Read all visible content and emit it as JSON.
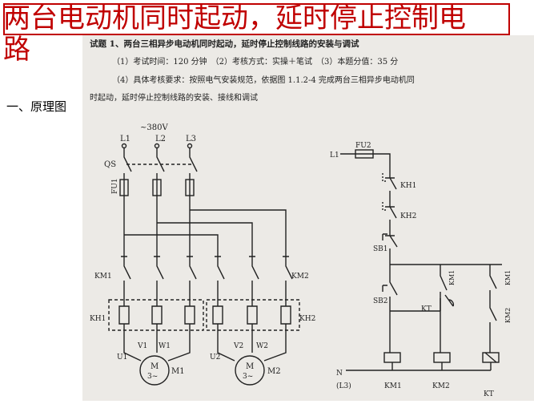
{
  "slide": {
    "title_line1": "两台电动机同时起动，延时停止控制电",
    "title_line2": "路",
    "section_heading": "一、原理图"
  },
  "task": {
    "heading": "试题 1、两台三相异步电动机同时起动，延时停止控制线路的安装与调试",
    "line1": "（1）考试时间：120 分钟　（2）考核方式：实操＋笔试　（3）本题分值：35 分",
    "line2": "（4）具体考核要求：按照电气安装规范，依据图 1.1.2-4 完成两台三相异步电动机同",
    "line3": "时起动，延时停止控制线路的安装、接线和调试"
  },
  "diagram": {
    "supply": "~380V",
    "phases": [
      "L1",
      "L2",
      "L3"
    ],
    "qs": "QS",
    "fu1": "FU1",
    "km1": "KM1",
    "km2": "KM2",
    "kh1": "KH1",
    "kh2": "KH2",
    "motor1": {
      "terminals": [
        "U1",
        "V1",
        "W1"
      ],
      "symbol": "M",
      "phase": "3~",
      "name": "M1"
    },
    "motor2": {
      "terminals": [
        "U2",
        "V2",
        "W2"
      ],
      "symbol": "M",
      "phase": "3~",
      "name": "M2"
    },
    "control": {
      "l1": "L1",
      "fu2": "FU2",
      "kh1": "KH1",
      "kh2": "KH2",
      "sb1": "SB1",
      "sb2": "SB2",
      "km1_contact": "KM1",
      "km1_aux": "KM1",
      "kt_contact": "KT",
      "km2_contact": "KM2",
      "n": "N",
      "l3": "(L3)",
      "coils": [
        "KM1",
        "KM2",
        "KT"
      ]
    }
  }
}
